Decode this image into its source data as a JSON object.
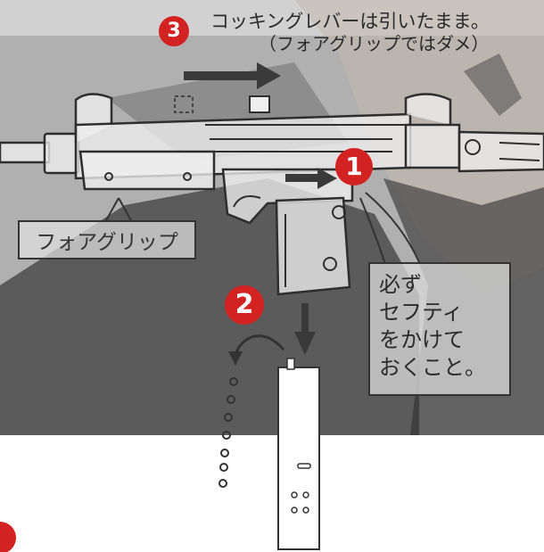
{
  "steps": {
    "step1": "1",
    "step2": "2",
    "step3": "3",
    "step4": ""
  },
  "caption3": {
    "line1": "コッキングレバーは引いたまま。",
    "line2": "（フォアグリップではダメ）"
  },
  "foregrip_label": "フォアグリップ",
  "safety_note": {
    "line1": "必ず",
    "line2": "セフティ",
    "line3": "をかけて",
    "line4": "おくこと。"
  },
  "colors": {
    "accent_red": "#d32222",
    "photo_bg": "#8f8f8f",
    "line_art": "#2e2e2e"
  }
}
